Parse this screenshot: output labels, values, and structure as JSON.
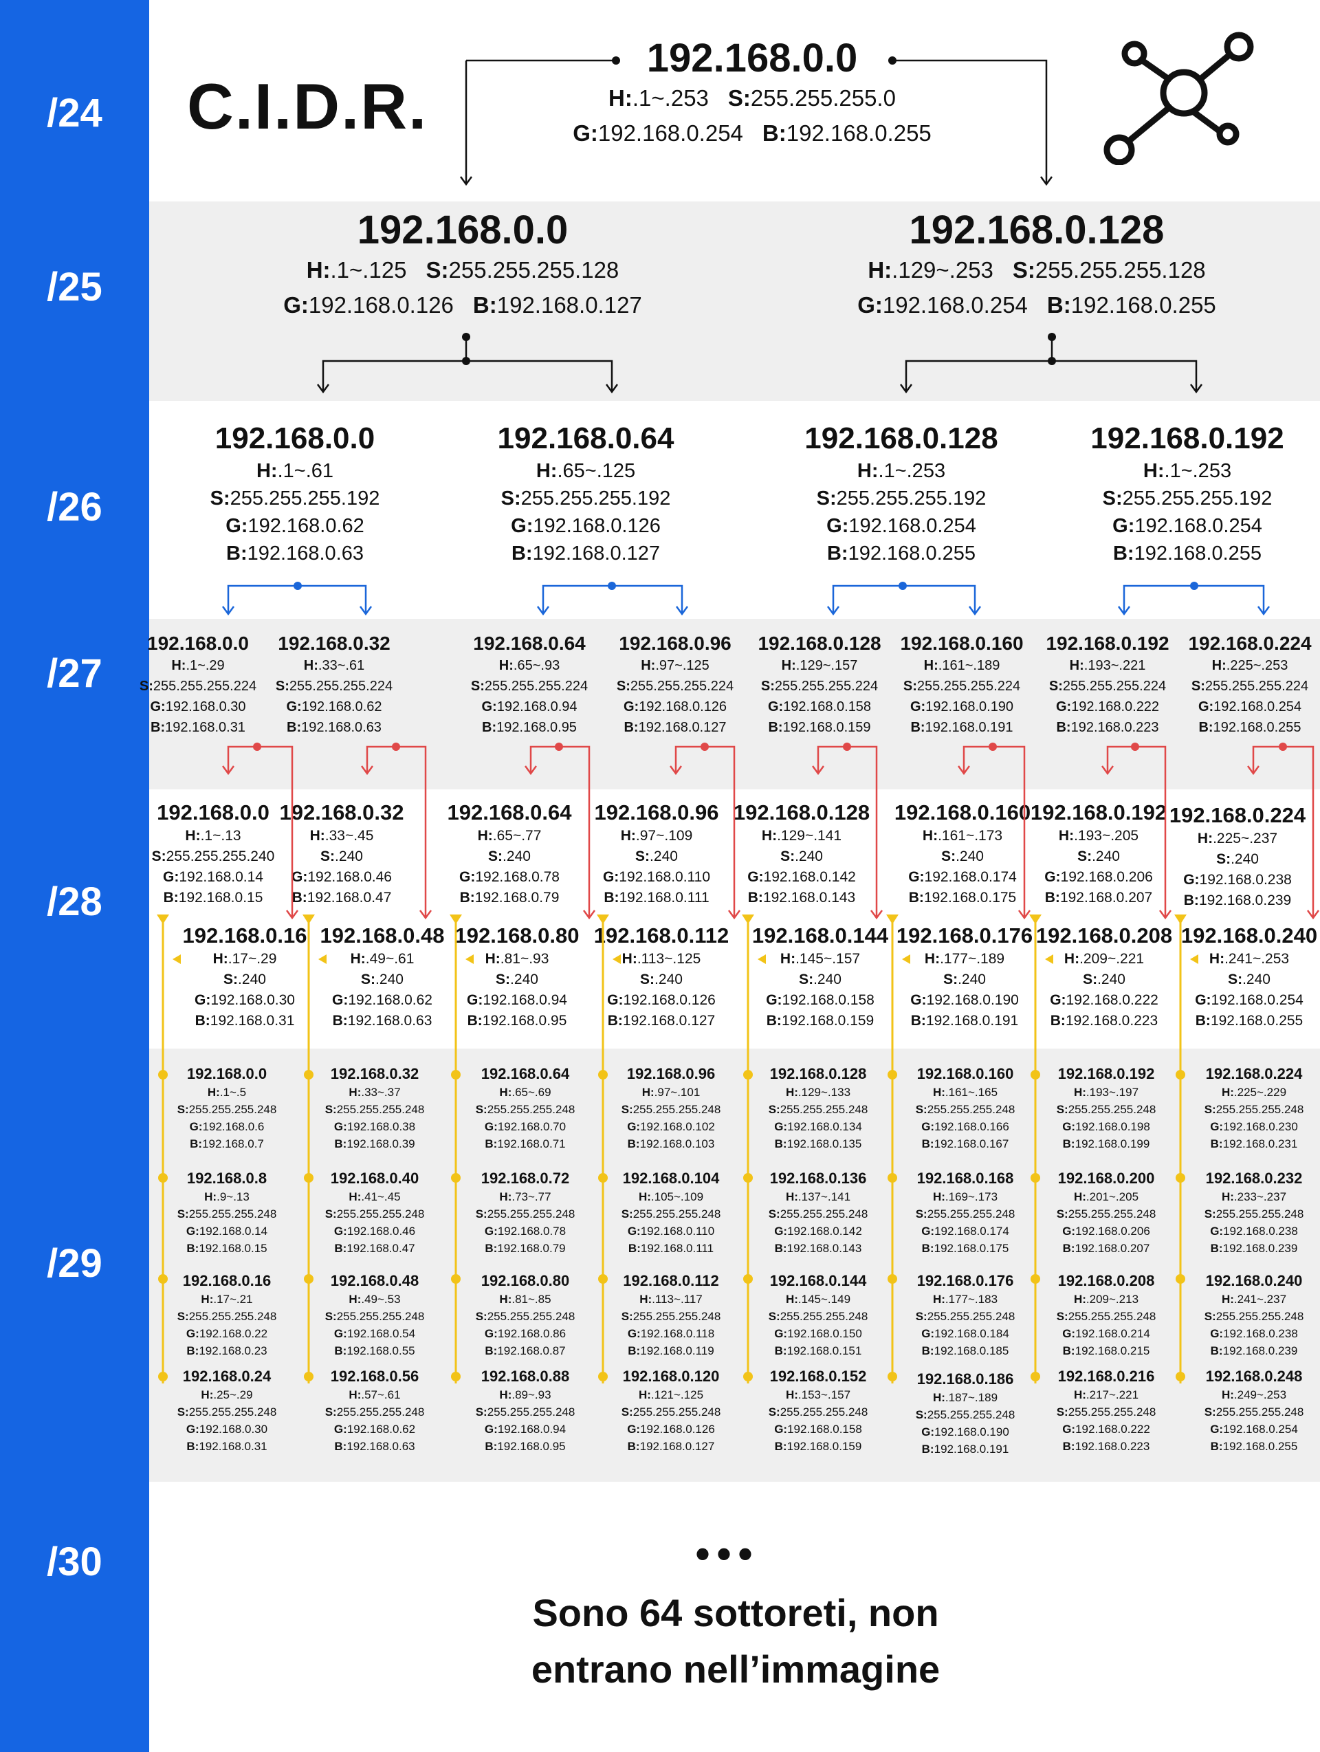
{
  "title": "C.I.D.R.",
  "prefixes": [
    "/24",
    "/25",
    "/26",
    "/27",
    "/28",
    "/29",
    "/30"
  ],
  "level24": [
    {
      "ip": "192.168.0.0",
      "hosts": ".1~.253",
      "subnet": "255.255.255.0",
      "gateway": "192.168.0.254",
      "broadcast": "192.168.0.255"
    }
  ],
  "level25": [
    {
      "ip": "192.168.0.0",
      "hosts": ".1~.125",
      "subnet": "255.255.255.128",
      "gateway": "192.168.0.126",
      "broadcast": "192.168.0.127"
    },
    {
      "ip": "192.168.0.128",
      "hosts": ".129~.253",
      "subnet": "255.255.255.128",
      "gateway": "192.168.0.254",
      "broadcast": "192.168.0.255"
    }
  ],
  "level26": [
    {
      "ip": "192.168.0.0",
      "hosts": ".1~.61",
      "subnet": "255.255.255.192",
      "gateway": "192.168.0.62",
      "broadcast": "192.168.0.63"
    },
    {
      "ip": "192.168.0.64",
      "hosts": ".65~.125",
      "subnet": "255.255.255.192",
      "gateway": "192.168.0.126",
      "broadcast": "192.168.0.127"
    },
    {
      "ip": "192.168.0.128",
      "hosts": ".1~.253",
      "subnet": "255.255.255.192",
      "gateway": "192.168.0.254",
      "broadcast": "192.168.0.255"
    },
    {
      "ip": "192.168.0.192",
      "hosts": ".1~.253",
      "subnet": "255.255.255.192",
      "gateway": "192.168.0.254",
      "broadcast": "192.168.0.255"
    }
  ],
  "level27": [
    {
      "ip": "192.168.0.0",
      "hosts": ".1~.29",
      "subnet": "255.255.255.224",
      "gateway": "192.168.0.30",
      "broadcast": "192.168.0.31"
    },
    {
      "ip": "192.168.0.32",
      "hosts": ".33~.61",
      "subnet": "255.255.255.224",
      "gateway": "192.168.0.62",
      "broadcast": "192.168.0.63"
    },
    {
      "ip": "192.168.0.64",
      "hosts": ".65~.93",
      "subnet": "255.255.255.224",
      "gateway": "192.168.0.94",
      "broadcast": "192.168.0.95"
    },
    {
      "ip": "192.168.0.96",
      "hosts": ".97~.125",
      "subnet": "255.255.255.224",
      "gateway": "192.168.0.126",
      "broadcast": "192.168.0.127"
    },
    {
      "ip": "192.168.0.128",
      "hosts": ".129~.157",
      "subnet": "255.255.255.224",
      "gateway": "192.168.0.158",
      "broadcast": "192.168.0.159"
    },
    {
      "ip": "192.168.0.160",
      "hosts": ".161~.189",
      "subnet": "255.255.255.224",
      "gateway": "192.168.0.190",
      "broadcast": "192.168.0.191"
    },
    {
      "ip": "192.168.0.192",
      "hosts": ".193~.221",
      "subnet": "255.255.255.224",
      "gateway": "192.168.0.222",
      "broadcast": "192.168.0.223"
    },
    {
      "ip": "192.168.0.224",
      "hosts": ".225~.253",
      "subnet": "255.255.255.224",
      "gateway": "192.168.0.254",
      "broadcast": "192.168.0.255"
    }
  ],
  "level28_upper": [
    {
      "ip": "192.168.0.0",
      "hosts": ".1~.13",
      "subnet": "255.255.255.240",
      "gateway": "192.168.0.14",
      "broadcast": "192.168.0.15"
    },
    {
      "ip": "192.168.0.32",
      "hosts": ".33~.45",
      "subnet": ".240",
      "gateway": "192.168.0.46",
      "broadcast": "192.168.0.47"
    },
    {
      "ip": "192.168.0.64",
      "hosts": ".65~.77",
      "subnet": ".240",
      "gateway": "192.168.0.78",
      "broadcast": "192.168.0.79"
    },
    {
      "ip": "192.168.0.96",
      "hosts": ".97~.109",
      "subnet": ".240",
      "gateway": "192.168.0.110",
      "broadcast": "192.168.0.111"
    },
    {
      "ip": "192.168.0.128",
      "hosts": ".129~.141",
      "subnet": ".240",
      "gateway": "192.168.0.142",
      "broadcast": "192.168.0.143"
    },
    {
      "ip": "192.168.0.160",
      "hosts": ".161~.173",
      "subnet": ".240",
      "gateway": "192.168.0.174",
      "broadcast": "192.168.0.175"
    },
    {
      "ip": "192.168.0.192",
      "hosts": ".193~.205",
      "subnet": ".240",
      "gateway": "192.168.0.206",
      "broadcast": "192.168.0.207"
    },
    {
      "ip": "192.168.0.224",
      "hosts": ".225~.237",
      "subnet": ".240",
      "gateway": "192.168.0.238",
      "broadcast": "192.168.0.239"
    }
  ],
  "level28_lower": [
    {
      "ip": "192.168.0.16",
      "hosts": ".17~.29",
      "subnet": ".240",
      "gateway": "192.168.0.30",
      "broadcast": "192.168.0.31"
    },
    {
      "ip": "192.168.0.48",
      "hosts": ".49~.61",
      "subnet": ".240",
      "gateway": "192.168.0.62",
      "broadcast": "192.168.0.63"
    },
    {
      "ip": "192.168.0.80",
      "hosts": ".81~.93",
      "subnet": ".240",
      "gateway": "192.168.0.94",
      "broadcast": "192.168.0.95"
    },
    {
      "ip": "192.168.0.112",
      "hosts": ".113~.125",
      "subnet": ".240",
      "gateway": "192.168.0.126",
      "broadcast": "192.168.0.127"
    },
    {
      "ip": "192.168.0.144",
      "hosts": ".145~.157",
      "subnet": ".240",
      "gateway": "192.168.0.158",
      "broadcast": "192.168.0.159"
    },
    {
      "ip": "192.168.0.176",
      "hosts": ".177~.189",
      "subnet": ".240",
      "gateway": "192.168.0.190",
      "broadcast": "192.168.0.191"
    },
    {
      "ip": "192.168.0.208",
      "hosts": ".209~.221",
      "subnet": ".240",
      "gateway": "192.168.0.222",
      "broadcast": "192.168.0.223"
    },
    {
      "ip": "192.168.0.240",
      "hosts": ".241~.253",
      "subnet": ".240",
      "gateway": "192.168.0.254",
      "broadcast": "192.168.0.255"
    }
  ],
  "level29": [
    [
      {
        "ip": "192.168.0.0",
        "hosts": ".1~.5",
        "subnet": "255.255.255.248",
        "gateway": "192.168.0.6",
        "broadcast": "192.168.0.7"
      },
      {
        "ip": "192.168.0.8",
        "hosts": ".9~.13",
        "subnet": "255.255.255.248",
        "gateway": "192.168.0.14",
        "broadcast": "192.168.0.15"
      },
      {
        "ip": "192.168.0.16",
        "hosts": ".17~.21",
        "subnet": "255.255.255.248",
        "gateway": "192.168.0.22",
        "broadcast": "192.168.0.23"
      },
      {
        "ip": "192.168.0.24",
        "hosts": ".25~.29",
        "subnet": "255.255.255.248",
        "gateway": "192.168.0.30",
        "broadcast": "192.168.0.31"
      }
    ],
    [
      {
        "ip": "192.168.0.32",
        "hosts": ".33~.37",
        "subnet": "255.255.255.248",
        "gateway": "192.168.0.38",
        "broadcast": "192.168.0.39"
      },
      {
        "ip": "192.168.0.40",
        "hosts": ".41~.45",
        "subnet": "255.255.255.248",
        "gateway": "192.168.0.46",
        "broadcast": "192.168.0.47"
      },
      {
        "ip": "192.168.0.48",
        "hosts": ".49~.53",
        "subnet": "255.255.255.248",
        "gateway": "192.168.0.54",
        "broadcast": "192.168.0.55"
      },
      {
        "ip": "192.168.0.56",
        "hosts": ".57~.61",
        "subnet": "255.255.255.248",
        "gateway": "192.168.0.62",
        "broadcast": "192.168.0.63"
      }
    ],
    [
      {
        "ip": "192.168.0.64",
        "hosts": ".65~.69",
        "subnet": "255.255.255.248",
        "gateway": "192.168.0.70",
        "broadcast": "192.168.0.71"
      },
      {
        "ip": "192.168.0.72",
        "hosts": ".73~.77",
        "subnet": "255.255.255.248",
        "gateway": "192.168.0.78",
        "broadcast": "192.168.0.79"
      },
      {
        "ip": "192.168.0.80",
        "hosts": ".81~.85",
        "subnet": "255.255.255.248",
        "gateway": "192.168.0.86",
        "broadcast": "192.168.0.87"
      },
      {
        "ip": "192.168.0.88",
        "hosts": ".89~.93",
        "subnet": "255.255.255.248",
        "gateway": "192.168.0.94",
        "broadcast": "192.168.0.95"
      }
    ],
    [
      {
        "ip": "192.168.0.96",
        "hosts": ".97~.101",
        "subnet": "255.255.255.248",
        "gateway": "192.168.0.102",
        "broadcast": "192.168.0.103"
      },
      {
        "ip": "192.168.0.104",
        "hosts": ".105~.109",
        "subnet": "255.255.255.248",
        "gateway": "192.168.0.110",
        "broadcast": "192.168.0.111"
      },
      {
        "ip": "192.168.0.112",
        "hosts": ".113~.117",
        "subnet": "255.255.255.248",
        "gateway": "192.168.0.118",
        "broadcast": "192.168.0.119"
      },
      {
        "ip": "192.168.0.120",
        "hosts": ".121~.125",
        "subnet": "255.255.255.248",
        "gateway": "192.168.0.126",
        "broadcast": "192.168.0.127"
      }
    ],
    [
      {
        "ip": "192.168.0.128",
        "hosts": ".129~.133",
        "subnet": "255.255.255.248",
        "gateway": "192.168.0.134",
        "broadcast": "192.168.0.135"
      },
      {
        "ip": "192.168.0.136",
        "hosts": ".137~.141",
        "subnet": "255.255.255.248",
        "gateway": "192.168.0.142",
        "broadcast": "192.168.0.143"
      },
      {
        "ip": "192.168.0.144",
        "hosts": ".145~.149",
        "subnet": "255.255.255.248",
        "gateway": "192.168.0.150",
        "broadcast": "192.168.0.151"
      },
      {
        "ip": "192.168.0.152",
        "hosts": ".153~.157",
        "subnet": "255.255.255.248",
        "gateway": "192.168.0.158",
        "broadcast": "192.168.0.159"
      }
    ],
    [
      {
        "ip": "192.168.0.160",
        "hosts": ".161~.165",
        "subnet": "255.255.255.248",
        "gateway": "192.168.0.166",
        "broadcast": "192.168.0.167"
      },
      {
        "ip": "192.168.0.168",
        "hosts": ".169~.173",
        "subnet": "255.255.255.248",
        "gateway": "192.168.0.174",
        "broadcast": "192.168.0.175"
      },
      {
        "ip": "192.168.0.176",
        "hosts": ".177~.183",
        "subnet": "255.255.255.248",
        "gateway": "192.168.0.184",
        "broadcast": "192.168.0.185"
      },
      {
        "ip": "192.168.0.186",
        "hosts": ".187~.189",
        "subnet": "255.255.255.248",
        "gateway": "192.168.0.190",
        "broadcast": "192.168.0.191"
      }
    ],
    [
      {
        "ip": "192.168.0.192",
        "hosts": ".193~.197",
        "subnet": "255.255.255.248",
        "gateway": "192.168.0.198",
        "broadcast": "192.168.0.199"
      },
      {
        "ip": "192.168.0.200",
        "hosts": ".201~.205",
        "subnet": "255.255.255.248",
        "gateway": "192.168.0.206",
        "broadcast": "192.168.0.207"
      },
      {
        "ip": "192.168.0.208",
        "hosts": ".209~.213",
        "subnet": "255.255.255.248",
        "gateway": "192.168.0.214",
        "broadcast": "192.168.0.215"
      },
      {
        "ip": "192.168.0.216",
        "hosts": ".217~.221",
        "subnet": "255.255.255.248",
        "gateway": "192.168.0.222",
        "broadcast": "192.168.0.223"
      }
    ],
    [
      {
        "ip": "192.168.0.224",
        "hosts": ".225~.229",
        "subnet": "255.255.255.248",
        "gateway": "192.168.0.230",
        "broadcast": "192.168.0.231"
      },
      {
        "ip": "192.168.0.232",
        "hosts": ".233~.237",
        "subnet": "255.255.255.248",
        "gateway": "192.168.0.238",
        "broadcast": "192.168.0.239"
      },
      {
        "ip": "192.168.0.240",
        "hosts": ".241~.237",
        "subnet": "255.255.255.248",
        "gateway": "192.168.0.238",
        "broadcast": "192.168.0.239"
      },
      {
        "ip": "192.168.0.248",
        "hosts": ".249~.253",
        "subnet": "255.255.255.248",
        "gateway": "192.168.0.254",
        "broadcast": "192.168.0.255"
      }
    ]
  ],
  "footer": {
    "ellipsis": "•••",
    "line1": "Sono 64 sottoreti, non",
    "line2": "entrano nell’immagine"
  },
  "field_prefixes": {
    "host": "H:",
    "subnet": "S:",
    "gateway": "G:",
    "broadcast": "B:"
  },
  "colors": {
    "sidebar": "#1565e3",
    "band": "#efefef",
    "blue_connector": "#1a66d9",
    "red_connector": "#e04848",
    "yellow_connector": "#f2c318",
    "black_connector": "#111111"
  },
  "icons": {
    "network": "network-hub-icon"
  }
}
